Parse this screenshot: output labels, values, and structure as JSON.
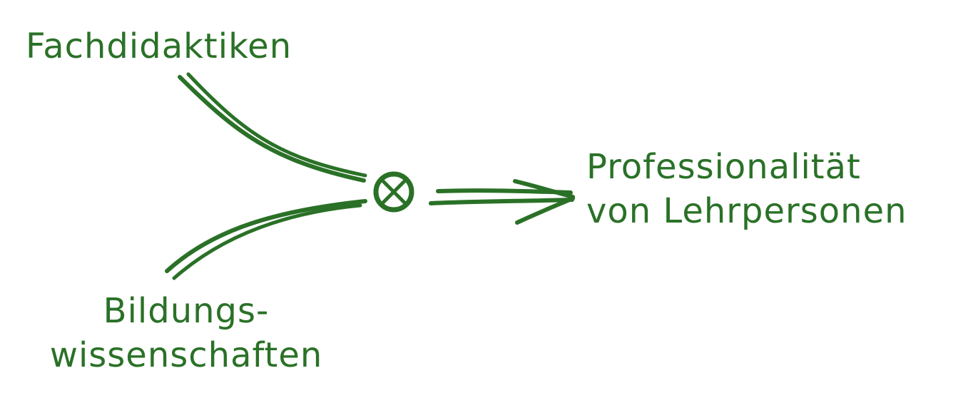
{
  "colors": {
    "ink": "#2a7127",
    "background": "#ffffff"
  },
  "diagram": {
    "inputs": [
      {
        "label_lines": [
          "Fachdidaktiken"
        ]
      },
      {
        "label_lines": [
          "Bildungs-",
          "wissenschaften"
        ]
      }
    ],
    "junction_symbol": "circled-x",
    "output": {
      "label_lines": [
        "Professionalität",
        "von Lehrpersonen"
      ]
    }
  }
}
